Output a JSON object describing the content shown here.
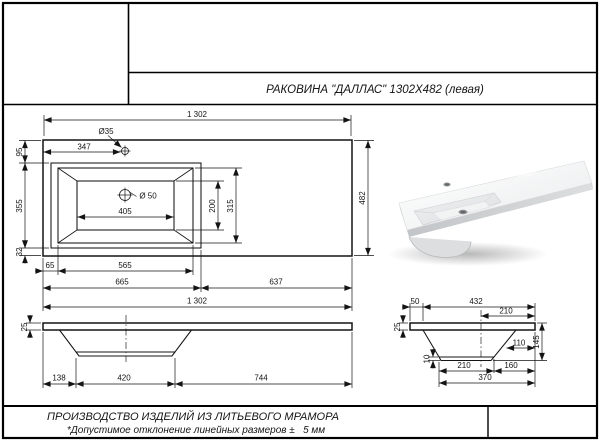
{
  "header": {
    "title": "РАКОВИНА \"ДАЛЛАС\" 1302Х482 (левая)"
  },
  "footer": {
    "production_line": "ПРОИЗВОДСТВО ИЗДЕЛИЙ ИЗ ЛИТЬЕВОГО МРАМОРА",
    "tolerance_note": "*Допустимое отклонение линейных размеров ±   5 мм"
  },
  "top_view": {
    "total_width": "1 302",
    "faucet_hole_diameter": "Ø35",
    "faucet_offset": "347",
    "drain_hole_diameter": "Ø 50",
    "basin_bottom_width": "405",
    "back_margin": "95",
    "basin_cutout_depth": "355",
    "front_margin": "32",
    "basin_bottom_depth": "200",
    "basin_rim_depth": "315",
    "total_depth": "482",
    "rim_left_offset": "65",
    "rim_width": "565",
    "basin_section_width": "665",
    "counter_section_width": "637",
    "total_width_bottom": "1 302"
  },
  "front_view": {
    "thickness": "25",
    "left_offset": "138",
    "basin_base_width": "420",
    "right_offset": "744"
  },
  "side_view": {
    "front_overhang": "50",
    "body_depth": "432",
    "center_to_back": "210",
    "thickness": "25",
    "wall_to_back": "110",
    "total_height": "145",
    "base_lip_height": "10",
    "basin_base_depth": "210",
    "base_to_back": "160",
    "base_span": "370"
  },
  "colors": {
    "line": "#141414",
    "background": "#ffffff"
  }
}
